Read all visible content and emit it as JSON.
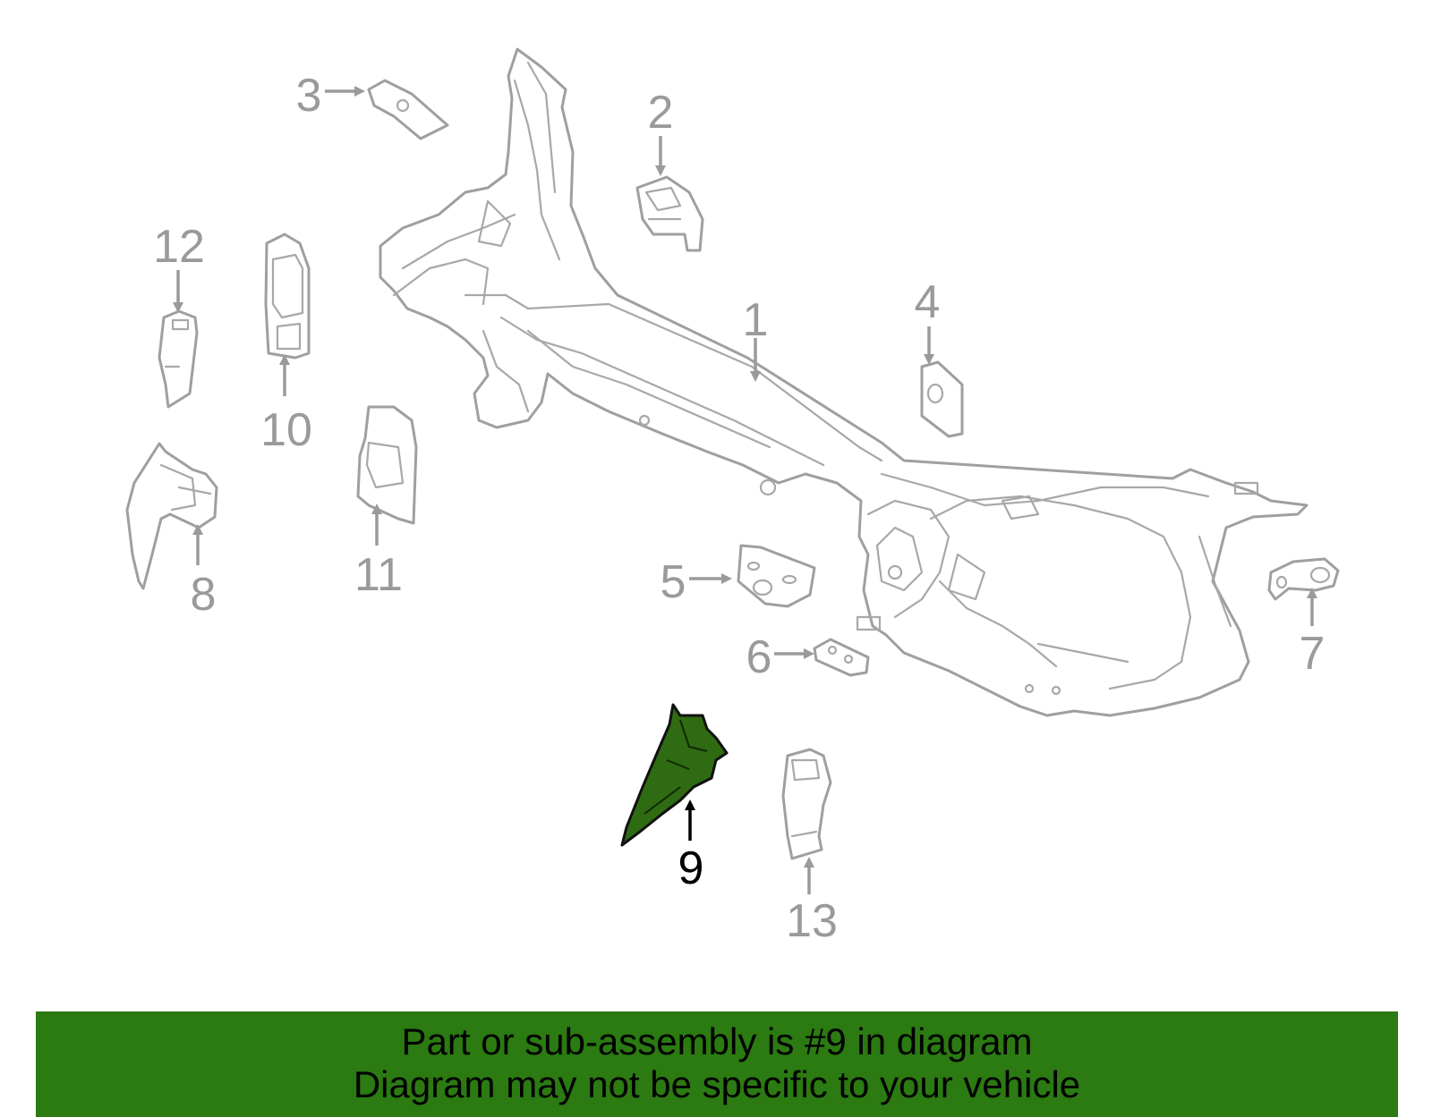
{
  "diagram": {
    "highlighted_part": "9",
    "highlight_color": "#2f6b12",
    "callouts": {
      "c1": "1",
      "c2": "2",
      "c3": "3",
      "c4": "4",
      "c5": "5",
      "c6": "6",
      "c7": "7",
      "c8": "8",
      "c9": "9",
      "c10": "10",
      "c11": "11",
      "c12": "12",
      "c13": "13"
    }
  },
  "banner": {
    "background": "#2b7a12",
    "line1": "Part or sub-assembly is #9 in diagram",
    "line2": "Diagram may not be specific to your vehicle"
  }
}
